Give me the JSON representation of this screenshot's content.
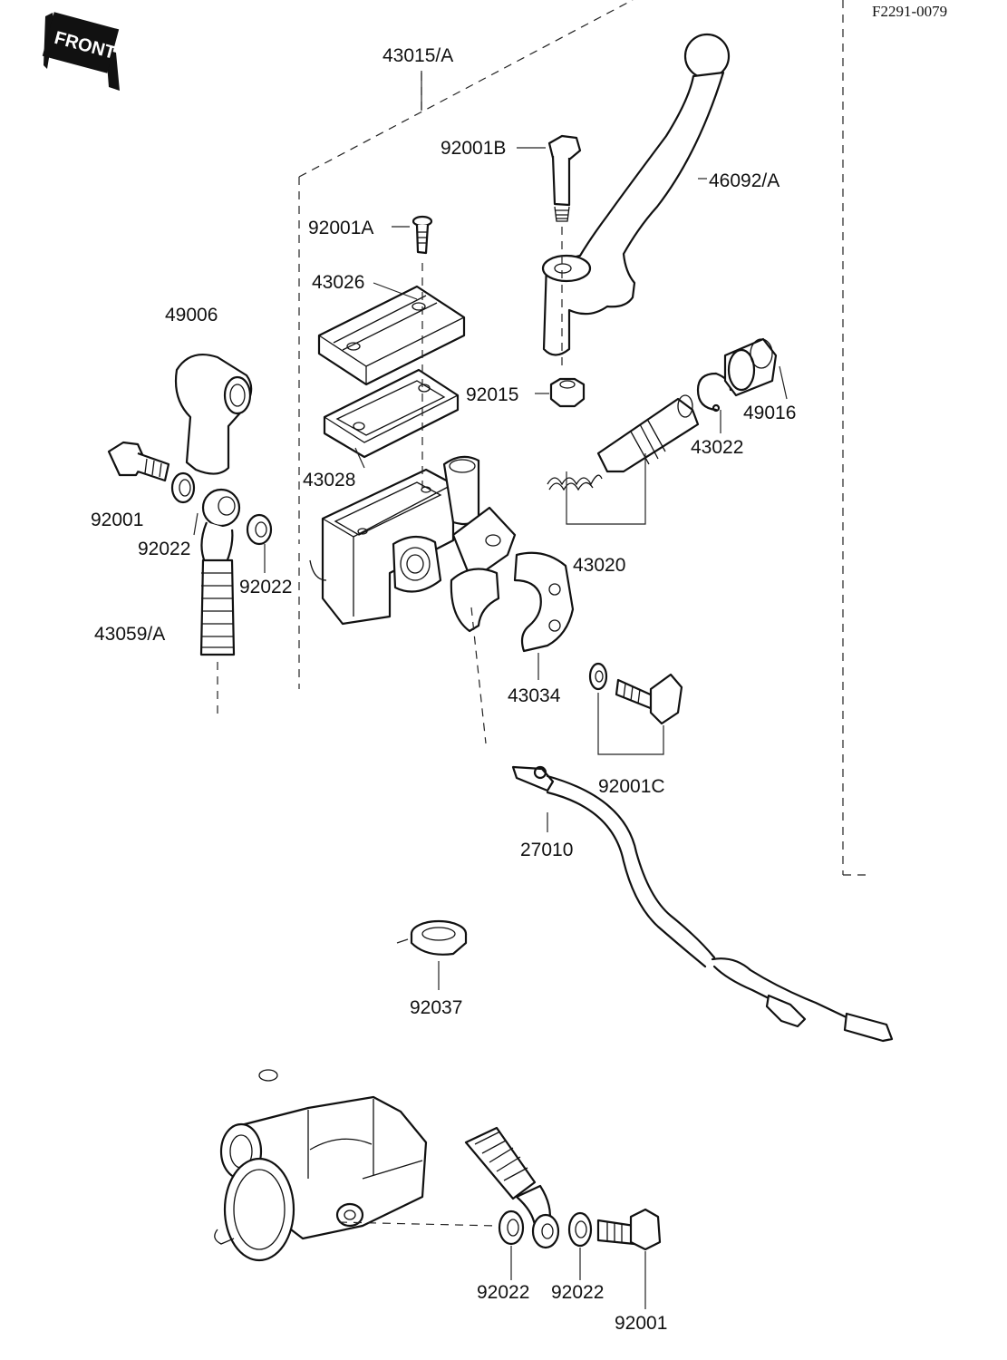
{
  "diagram": {
    "reference_code": "F2291-0079",
    "orientation_badge": "FRONT",
    "parts": [
      {
        "id": "assembly",
        "label": "43015/A"
      },
      {
        "id": "bolt-b",
        "label": "92001B"
      },
      {
        "id": "lever",
        "label": "46092/A"
      },
      {
        "id": "screw-a",
        "label": "92001A"
      },
      {
        "id": "cap",
        "label": "43026"
      },
      {
        "id": "boot",
        "label": "49006"
      },
      {
        "id": "nut",
        "label": "92015"
      },
      {
        "id": "dust-cover",
        "label": "49016"
      },
      {
        "id": "circlip",
        "label": "43022"
      },
      {
        "id": "diaphragm",
        "label": "43028"
      },
      {
        "id": "banjo-bolt-top",
        "label": "92001"
      },
      {
        "id": "washer-top-left",
        "label": "92022"
      },
      {
        "id": "washer-top-right",
        "label": "92022"
      },
      {
        "id": "piston-kit",
        "label": "43020"
      },
      {
        "id": "hose",
        "label": "43059/A"
      },
      {
        "id": "clamp",
        "label": "43034"
      },
      {
        "id": "bolt-c",
        "label": "92001C"
      },
      {
        "id": "switch",
        "label": "27010"
      },
      {
        "id": "grommet",
        "label": "92037"
      },
      {
        "id": "washer-bottom-left",
        "label": "92022"
      },
      {
        "id": "washer-bottom-right",
        "label": "92022"
      },
      {
        "id": "banjo-bolt-bottom",
        "label": "92001"
      }
    ]
  }
}
